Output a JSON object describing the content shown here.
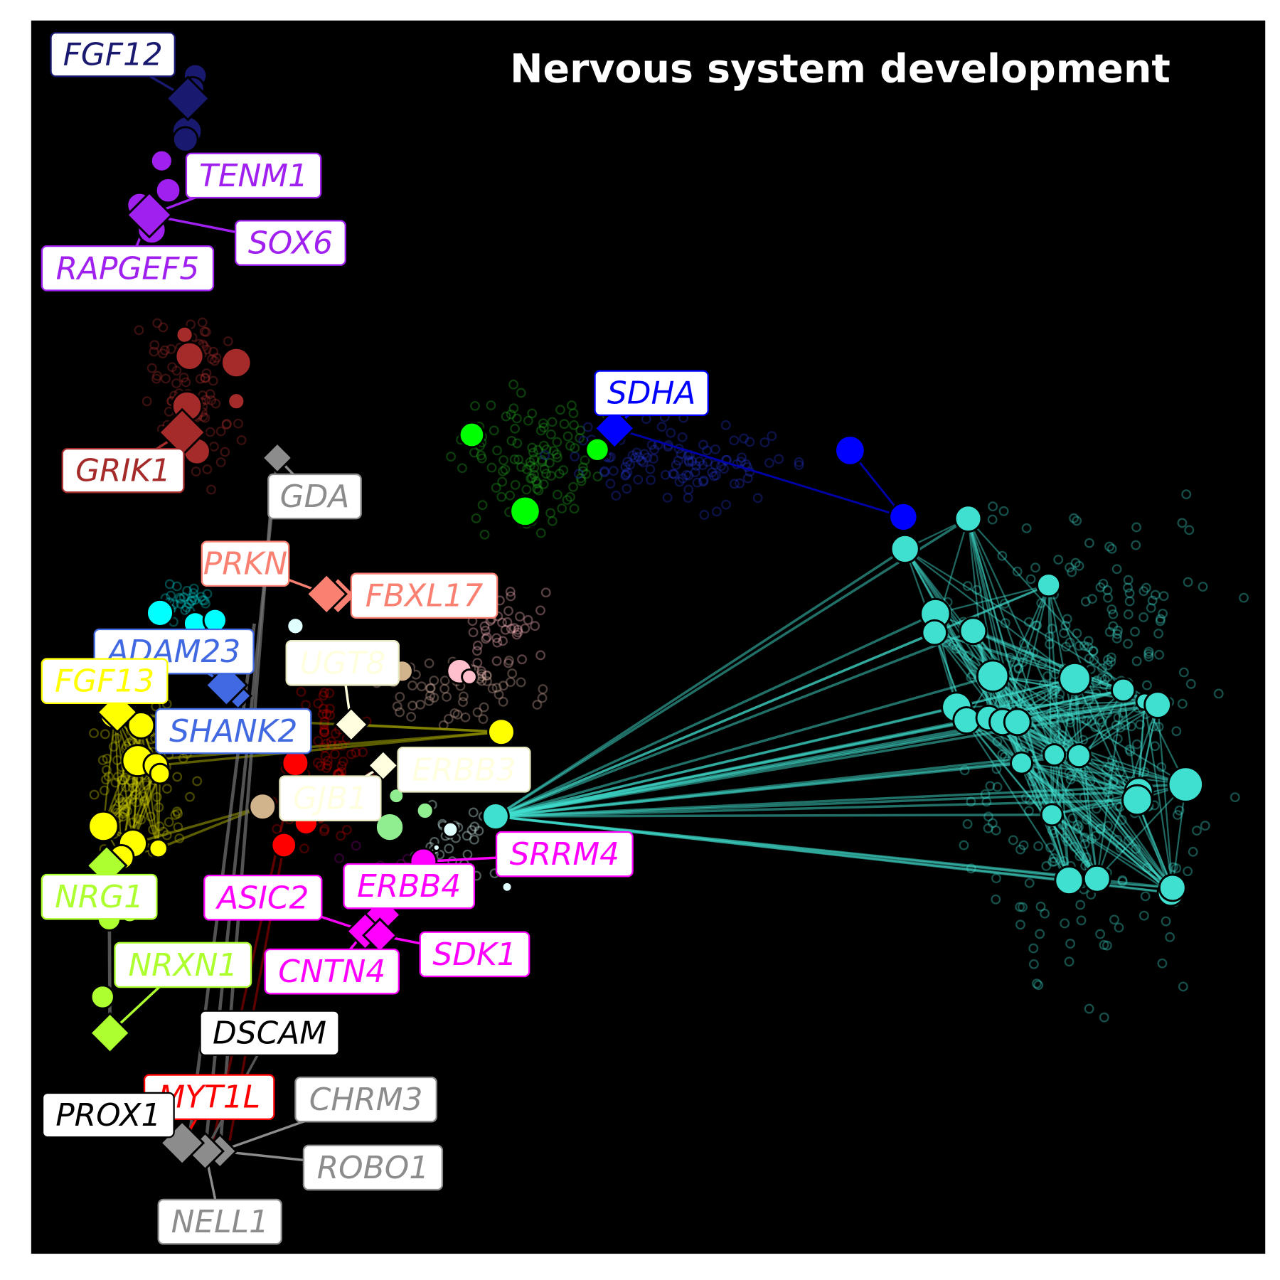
{
  "title": "Nervous system development",
  "genes": [
    {
      "name": "FGF12",
      "color": "#191970"
    },
    {
      "name": "TENM1",
      "color": "#a020f0"
    },
    {
      "name": "SOX6",
      "color": "#a020f0"
    },
    {
      "name": "RAPGEF5",
      "color": "#a020f0"
    },
    {
      "name": "GRIK1",
      "color": "#a52a2a"
    },
    {
      "name": "GDA",
      "color": "#8c8c8c"
    },
    {
      "name": "PRKN",
      "color": "#fa8072"
    },
    {
      "name": "FBXL17",
      "color": "#fa8072"
    },
    {
      "name": "ADAM23",
      "color": "#4169e1"
    },
    {
      "name": "UGT8",
      "color": "#ffffe0"
    },
    {
      "name": "FGF13",
      "color": "#ffff00"
    },
    {
      "name": "SHANK2",
      "color": "#4169e1"
    },
    {
      "name": "ERBB3",
      "color": "#ffffe0"
    },
    {
      "name": "GJB1",
      "color": "#ffffe0"
    },
    {
      "name": "SRRM4",
      "color": "#ff00ff"
    },
    {
      "name": "ERBB4",
      "color": "#ff00ff"
    },
    {
      "name": "ASIC2",
      "color": "#ff00ff"
    },
    {
      "name": "NRG1",
      "color": "#adff2f"
    },
    {
      "name": "SDK1",
      "color": "#ff00ff"
    },
    {
      "name": "CNTN4",
      "color": "#ff00ff"
    },
    {
      "name": "NRXN1",
      "color": "#adff2f"
    },
    {
      "name": "DSCAM",
      "color": "#000000"
    },
    {
      "name": "MYT1L",
      "color": "#ff0000"
    },
    {
      "name": "CHRM3",
      "color": "#8c8c8c"
    },
    {
      "name": "PROX1",
      "color": "#000000"
    },
    {
      "name": "ROBO1",
      "color": "#8c8c8c"
    },
    {
      "name": "NELL1",
      "color": "#8c8c8c"
    },
    {
      "name": "SDHA",
      "color": "#0000ff"
    }
  ]
}
